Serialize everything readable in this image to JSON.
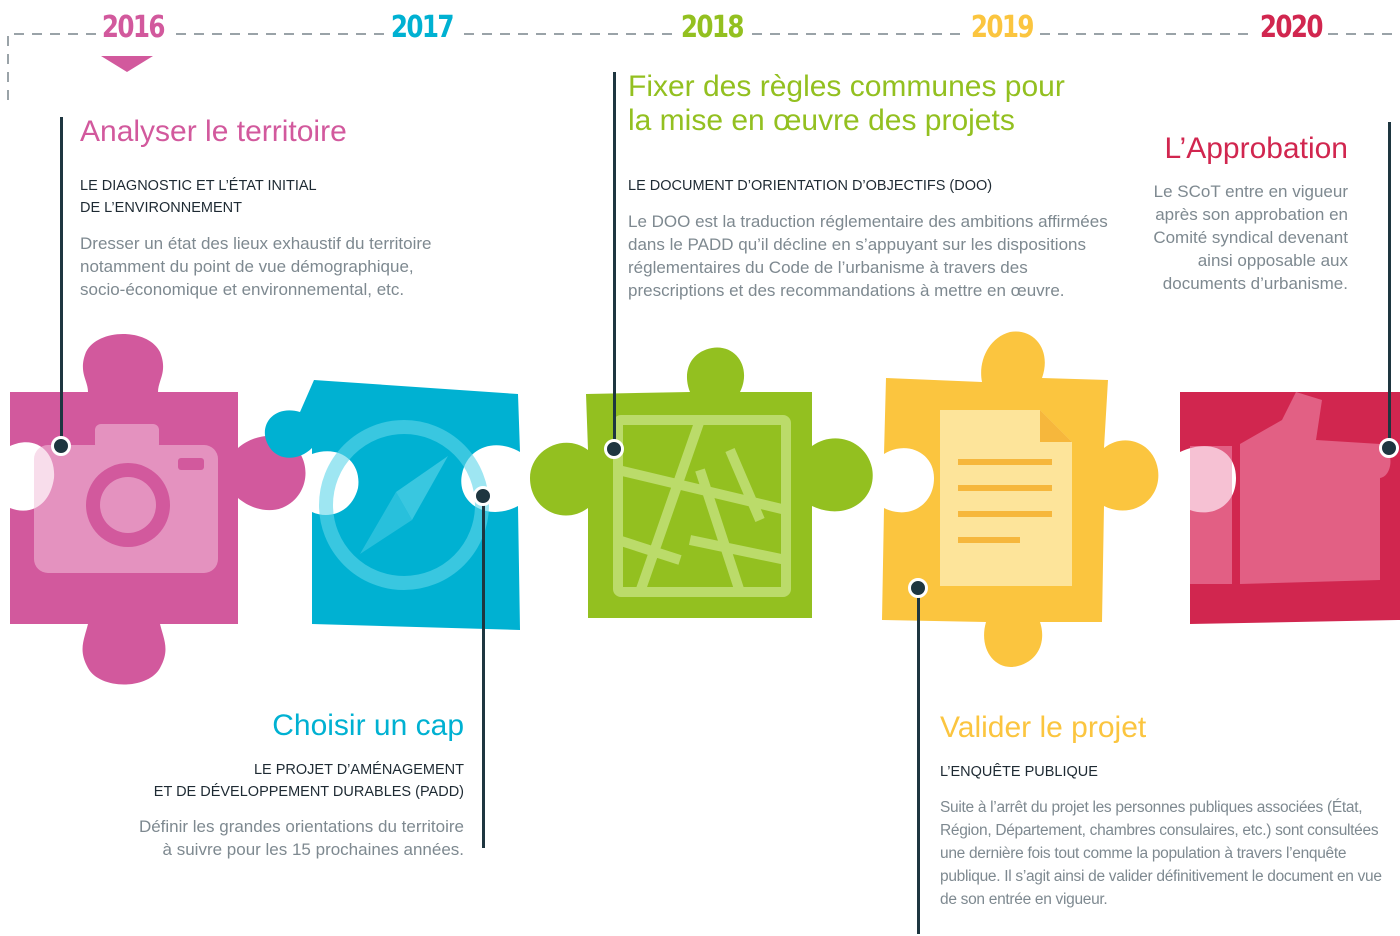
{
  "colors": {
    "pink": "#d2599d",
    "blue": "#00b1d2",
    "green": "#93c020",
    "yellow": "#fbc53f",
    "red": "#d1264f",
    "dark": "#1e3640",
    "grey": "#7e8990"
  },
  "years": [
    "2016",
    "2017",
    "2018",
    "2019",
    "2020"
  ],
  "steps": [
    {
      "title": "Analyser le territoire",
      "subtitle": "LE DIAGNOSTIC ET L’ÉTAT INITIAL DE L’ENVIRONNEMENT",
      "subtitle_lines": [
        "LE DIAGNOSTIC ET L’ÉTAT INITIAL",
        "DE L’ENVIRONNEMENT"
      ],
      "desc_lines": [
        "Dresser un état des lieux exhaustif du territoire",
        "notamment du point de vue démographique,",
        "socio-économique et environnemental, etc."
      ],
      "icon": "camera-icon"
    },
    {
      "title": "Choisir un cap",
      "subtitle_lines": [
        "LE PROJET D’AMÉNAGEMENT",
        "ET DE DÉVELOPPEMENT DURABLES (PADD)"
      ],
      "desc_lines": [
        "Définir les grandes orientations du territoire",
        "à suivre pour les 15 prochaines années."
      ],
      "icon": "compass-icon"
    },
    {
      "title_lines": [
        "Fixer des règles communes pour",
        "la mise en œuvre des projets"
      ],
      "subtitle_lines": [
        "LE DOCUMENT D’ORIENTATION D’OBJECTIFS (DOO)"
      ],
      "desc_lines": [
        "Le DOO est la traduction réglementaire des ambitions affirmées",
        "dans le PADD qu’il décline en s’appuyant sur les dispositions",
        "réglementaires du Code de l’urbanisme à travers des",
        "prescriptions et des recommandations à mettre en œuvre."
      ],
      "icon": "map-icon"
    },
    {
      "title": "Valider le projet",
      "subtitle_lines": [
        "L’ENQUÊTE PUBLIQUE"
      ],
      "desc_lines": [
        "Suite à l’arrêt du projet les personnes publiques associées (État,",
        "Région, Département, chambres consulaires, etc.) sont consultées",
        "une dernière fois tout comme la population à travers l’enquête",
        "publique. Il s’agit ainsi de valider définitivement le document en vue",
        "de son entrée en vigueur."
      ],
      "icon": "document-icon"
    },
    {
      "title": "L’Approbation",
      "desc_lines": [
        "Le SCoT entre en vigueur",
        "après son approbation en",
        "Comité syndical devenant",
        "ainsi opposable aux",
        "documents d’urbanisme."
      ],
      "icon": "thumbs-up-icon"
    }
  ]
}
